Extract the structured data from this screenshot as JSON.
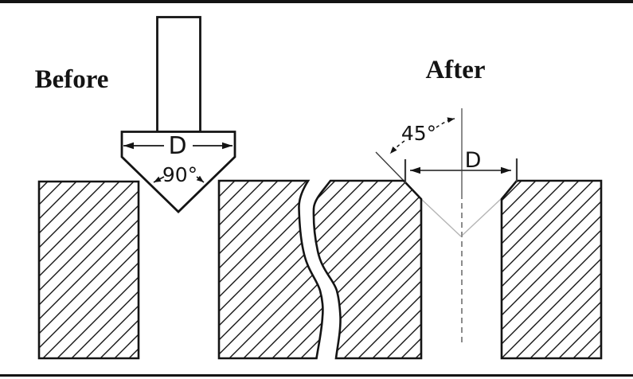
{
  "labels": {
    "before": "Before",
    "after": "After",
    "tool_diameter": "D",
    "tool_point_angle": "90°",
    "chamfer_angle": "45°",
    "chamfer_diameter": "D"
  },
  "colors": {
    "outline": "#141414",
    "background": "#ffffff",
    "centerline": "#8c8c8c",
    "cone_outline": "#b5b5b5",
    "dimension_line": "#3a3a3a"
  }
}
